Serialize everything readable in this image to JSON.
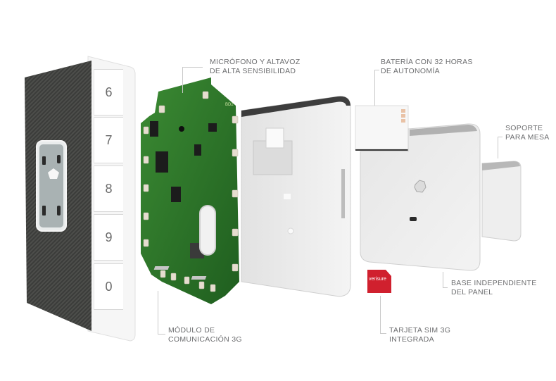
{
  "labels": {
    "microphone": {
      "line1": "MICRÓFONO Y ALTAVOZ",
      "line2": "DE ALTA SENSIBILIDAD"
    },
    "battery": {
      "line1": "BATERÍA CON 32 HORAS",
      "line2": "DE AUTONOMÍA"
    },
    "stand": {
      "line1": "SOPORTE",
      "line2": "PARA MESA"
    },
    "base": {
      "line1": "BASE INDEPENDIENTE",
      "line2": "DEL PANEL"
    },
    "module": {
      "line1": "MÓDULO DE",
      "line2": "COMUNICACIÓN 3G"
    },
    "sim": {
      "line1": "TARJETA SIM 3G",
      "line2": "INTEGRADA"
    }
  },
  "keypad": {
    "keys": [
      "6",
      "7",
      "8",
      "9",
      "0"
    ]
  },
  "sim_card": {
    "brand": "verisure",
    "color": "#d0202e"
  },
  "pcb": {
    "silkscreen": "BD2",
    "color": "#2f7a2a"
  },
  "colors": {
    "fabric": "#4a4b49",
    "plastic": "#eeeeee",
    "label_text": "#6d6e70",
    "leader": "#c9c9c9"
  }
}
